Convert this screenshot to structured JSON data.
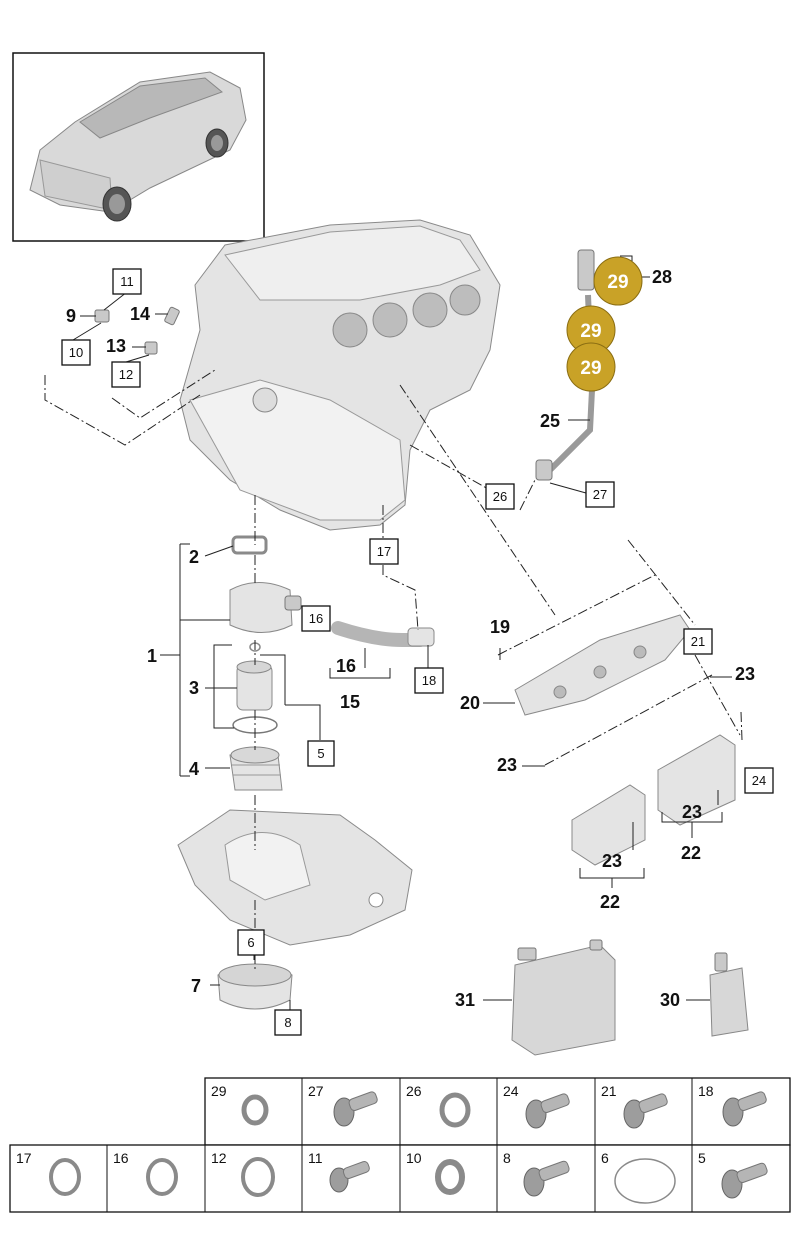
{
  "callouts": {
    "c1": "1",
    "c2": "2",
    "c3": "3",
    "c4": "4",
    "c7": "7",
    "c9": "9",
    "c13": "13",
    "c14": "14",
    "c15": "15",
    "c16": "16",
    "c19": "19",
    "c20": "20",
    "c22a": "22",
    "c22b": "22",
    "c23a": "23",
    "c23b": "23",
    "c23c": "23",
    "c23d": "23",
    "c25": "25",
    "c28": "28",
    "c30": "30",
    "c31": "31"
  },
  "boxed": {
    "b5": "5",
    "b6": "6",
    "b8": "8",
    "b10": "10",
    "b11": "11",
    "b12": "12",
    "b16": "16",
    "b17": "17",
    "b18": "18",
    "b21": "21",
    "b24": "24",
    "b26": "26",
    "b27": "27"
  },
  "badges": {
    "badge1": "29",
    "badge2": "29",
    "badge3": "29"
  },
  "badge_color": "#c9a227",
  "table": {
    "row1": [
      "29",
      "27",
      "26",
      "24",
      "21",
      "18"
    ],
    "row2": [
      "17",
      "16",
      "12",
      "11",
      "10",
      "8",
      "6",
      "5"
    ],
    "row1_icons": [
      "seal-ring-icon",
      "bolt-icon",
      "seal-ring-icon",
      "bolt-icon",
      "bolt-icon",
      "bolt-icon"
    ],
    "row2_icons": [
      "seal-ring-icon",
      "seal-ring-icon",
      "seal-ring-icon",
      "bolt-icon",
      "seal-ring-icon",
      "bolt-icon",
      "o-ring-icon",
      "bolt-icon"
    ]
  }
}
